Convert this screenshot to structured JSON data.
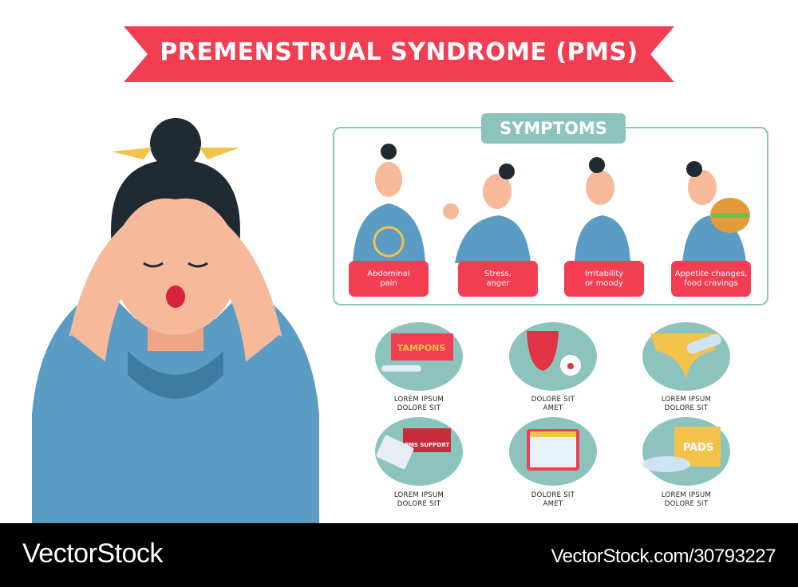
{
  "title": "PREMENSTRUAL SYNDROME (PMS)",
  "symptoms": {
    "heading": "SYMPTOMS",
    "items": [
      {
        "label": "Abdominal\npain"
      },
      {
        "label": "Stress,\nanger"
      },
      {
        "label": "Irritability\nor moody"
      },
      {
        "label": "Appetite changes,\nfood cravings"
      }
    ]
  },
  "products": [
    {
      "caption": "LOREM IPSUM\nDOLORE SIT",
      "icon": "tampons-icon",
      "package_text": "TAMPONS"
    },
    {
      "caption": "DOLORE SIT\nAMET",
      "icon": "menstrual-cup-icon"
    },
    {
      "caption": "LOREM IPSUM\nDOLORE SIT",
      "icon": "panties-icon"
    },
    {
      "caption": "LOREM IPSUM\nDOLORE SIT",
      "icon": "pills-icon",
      "package_text": "PMS SUPPORT"
    },
    {
      "caption": "DOLORE SIT\nAMET",
      "icon": "calendar-icon"
    },
    {
      "caption": "LOREM IPSUM\nDOLORE SIT",
      "icon": "pads-icon",
      "package_text": "PADS"
    }
  ],
  "footer": {
    "brand": "VectorStock",
    "url": "VectorStock.com/30793227"
  },
  "colors": {
    "red": "#f23d52",
    "teal": "#8cc4bd",
    "blue": "#5a9cc4",
    "skin": "#f6b99a",
    "hair": "#1f2a33"
  }
}
